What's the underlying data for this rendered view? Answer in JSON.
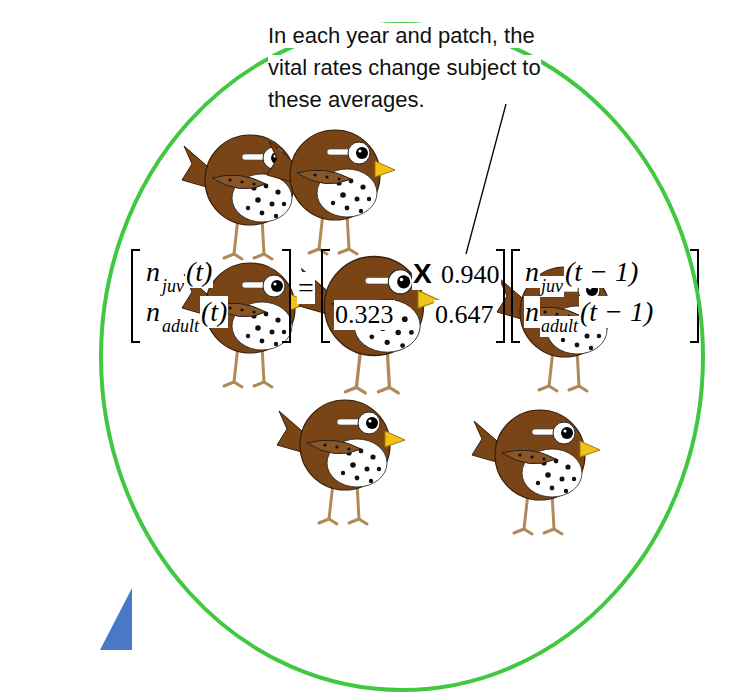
{
  "diagram": {
    "nodes": [
      {
        "text": [
          "In each year and patch, the vital rates change subject to these averages."
        ]
      }
    ],
    "labels": [
      "n",
      "juv",
      "(t)",
      "n",
      "adult",
      "(t)",
      "=",
      "X",
      "0.940",
      "0.323",
      "0.647",
      "n",
      "juv",
      "(t − 1)",
      "n",
      "adult",
      "(t − 1)"
    ]
  }
}
